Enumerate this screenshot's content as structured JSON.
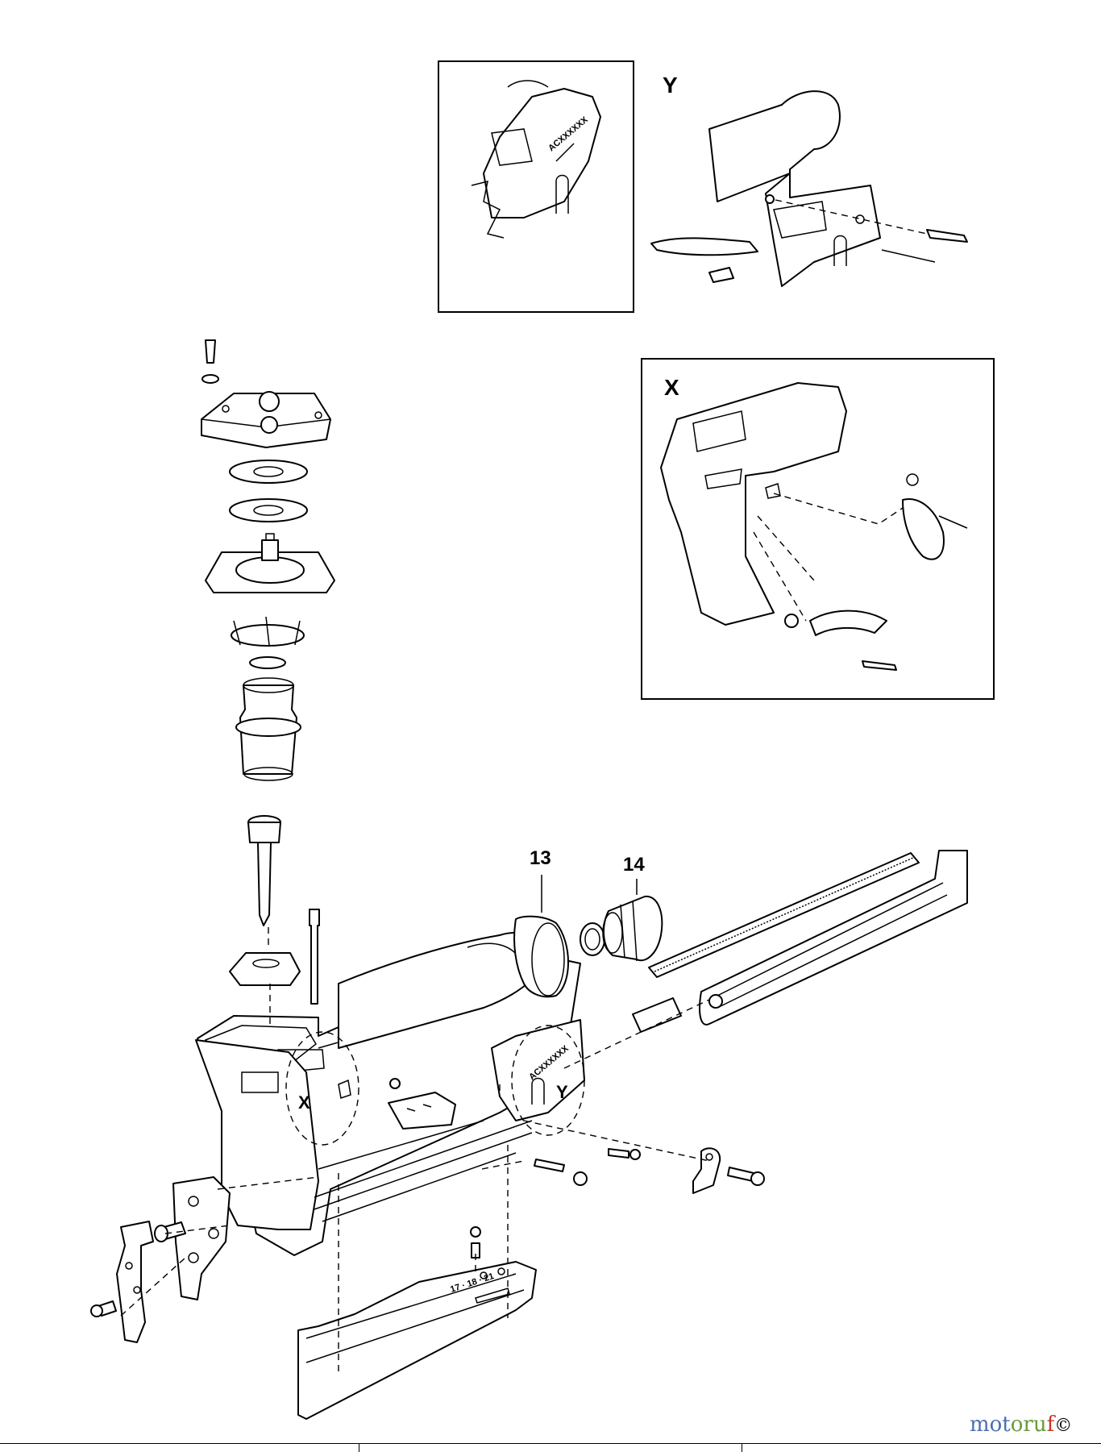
{
  "callouts": {
    "part_13": "13",
    "part_14": "14",
    "detail_x": "X",
    "detail_y": "Y"
  },
  "inset_y": {
    "serial": "ACXXXXXX",
    "label": "Y"
  },
  "inset_x": {
    "label": "X"
  },
  "main": {
    "serial": "ACXXXXXX",
    "magazine_marking": "17 · 18 · 21"
  },
  "watermark": {
    "part_a": "mot",
    "part_b": "oru",
    "part_c": "f",
    "copyright": "©"
  }
}
